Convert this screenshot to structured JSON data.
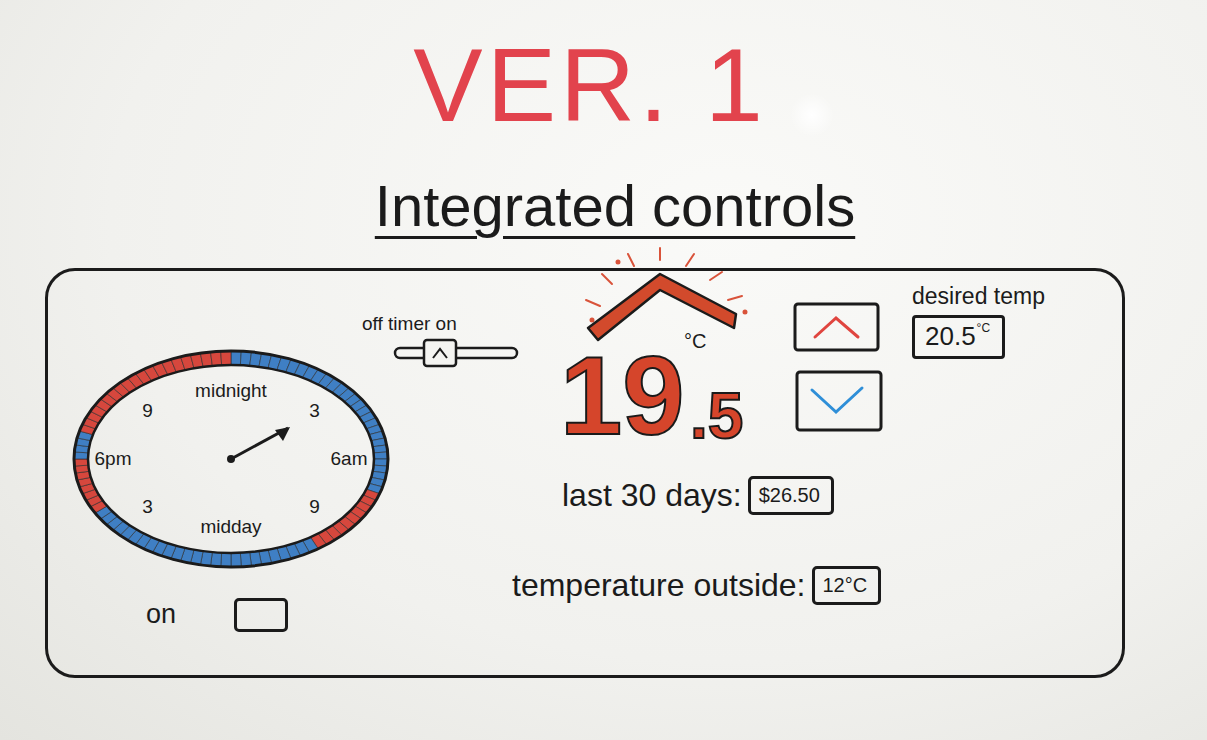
{
  "diagram": {
    "title": "VER. 1",
    "nodes": [
      {
        "text": [
          "Integrated controls"
        ]
      },
      {
        "text": [
          "midnight",
          "3",
          "6am",
          "9",
          "midday",
          "3",
          "6pm",
          "9"
        ],
        "in": 0
      },
      {
        "text": [
          "desired temp",
          "20.5",
          "°C"
        ],
        "in": 0
      },
      {
        "text": [
          "last 30 days:",
          "$26.50"
        ],
        "in": 0
      },
      {
        "text": [
          "temperature outside:",
          "12°C"
        ],
        "in": 0
      },
      {
        "text": [
          "on"
        ],
        "in": 0
      }
    ],
    "labels": [
      "off timer on",
      "19",
      ".5",
      "°C"
    ]
  }
}
